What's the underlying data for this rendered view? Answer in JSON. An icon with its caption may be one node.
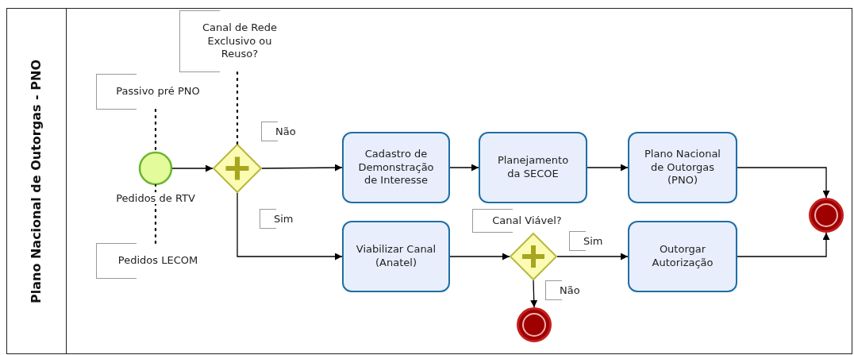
{
  "diagram": {
    "nodes": [
      {
        "text": [
          "Plano Nacional de Outorgas - PNO"
        ]
      },
      {
        "text": [
          "Passivo pré PNO"
        ],
        "in": 0
      },
      {
        "text": [
          "Canal de Rede Exclusivo ou Reuso?"
        ],
        "in": 0
      },
      {
        "text": [],
        "shape": "circle",
        "in": 0,
        "beside": [
          "Pedidos de RTV"
        ]
      },
      {
        "text": [],
        "shape": "diamond",
        "in": 0
      },
      {
        "text": [
          "Pedidos LECOM"
        ],
        "in": 0
      },
      {
        "text": [
          "Cadastro de Demonstração de Interesse"
        ],
        "in": 0
      },
      {
        "text": [
          "Planejamento da SECOE"
        ],
        "in": 0
      },
      {
        "text": [
          "Plano Nacional de Outorgas (PNO)"
        ],
        "in": 0
      },
      {
        "text": [
          "Viabilizar Canal (Anatel)"
        ],
        "in": 0
      },
      {
        "text": [
          "Canal Viável?"
        ],
        "in": 0
      },
      {
        "text": [],
        "shape": "diamond",
        "in": 0
      },
      {
        "text": [
          "Outorgar Autorização"
        ],
        "in": 0
      },
      {
        "text": [],
        "shape": "circle",
        "in": 0
      },
      {
        "text": [],
        "shape": "circle",
        "in": 0
      }
    ],
    "edges": [
      {
        "from": 1,
        "to": 3,
        "arrow": "none",
        "style": "dashed"
      },
      {
        "from": 2,
        "to": 4,
        "arrow": "none",
        "style": "dashed"
      },
      {
        "from": 5,
        "to": 3,
        "arrow": "none",
        "style": "dashed"
      },
      {
        "from": 3,
        "to": 4,
        "arrow": "to"
      },
      {
        "from": 4,
        "to": 6,
        "arrow": "to",
        "label": "Não"
      },
      {
        "from": 4,
        "to": 9,
        "arrow": "to",
        "label": "Sim"
      },
      {
        "from": 6,
        "to": 7,
        "arrow": "to"
      },
      {
        "from": 7,
        "to": 8,
        "arrow": "to"
      },
      {
        "from": 8,
        "to": 13,
        "arrow": "to"
      },
      {
        "from": 9,
        "to": 11,
        "arrow": "to"
      },
      {
        "from": 11,
        "to": 12,
        "arrow": "to",
        "label": "Sim"
      },
      {
        "from": 11,
        "to": 14,
        "arrow": "to",
        "label": "Não"
      },
      {
        "from": 12,
        "to": 13,
        "arrow": "to"
      }
    ]
  }
}
